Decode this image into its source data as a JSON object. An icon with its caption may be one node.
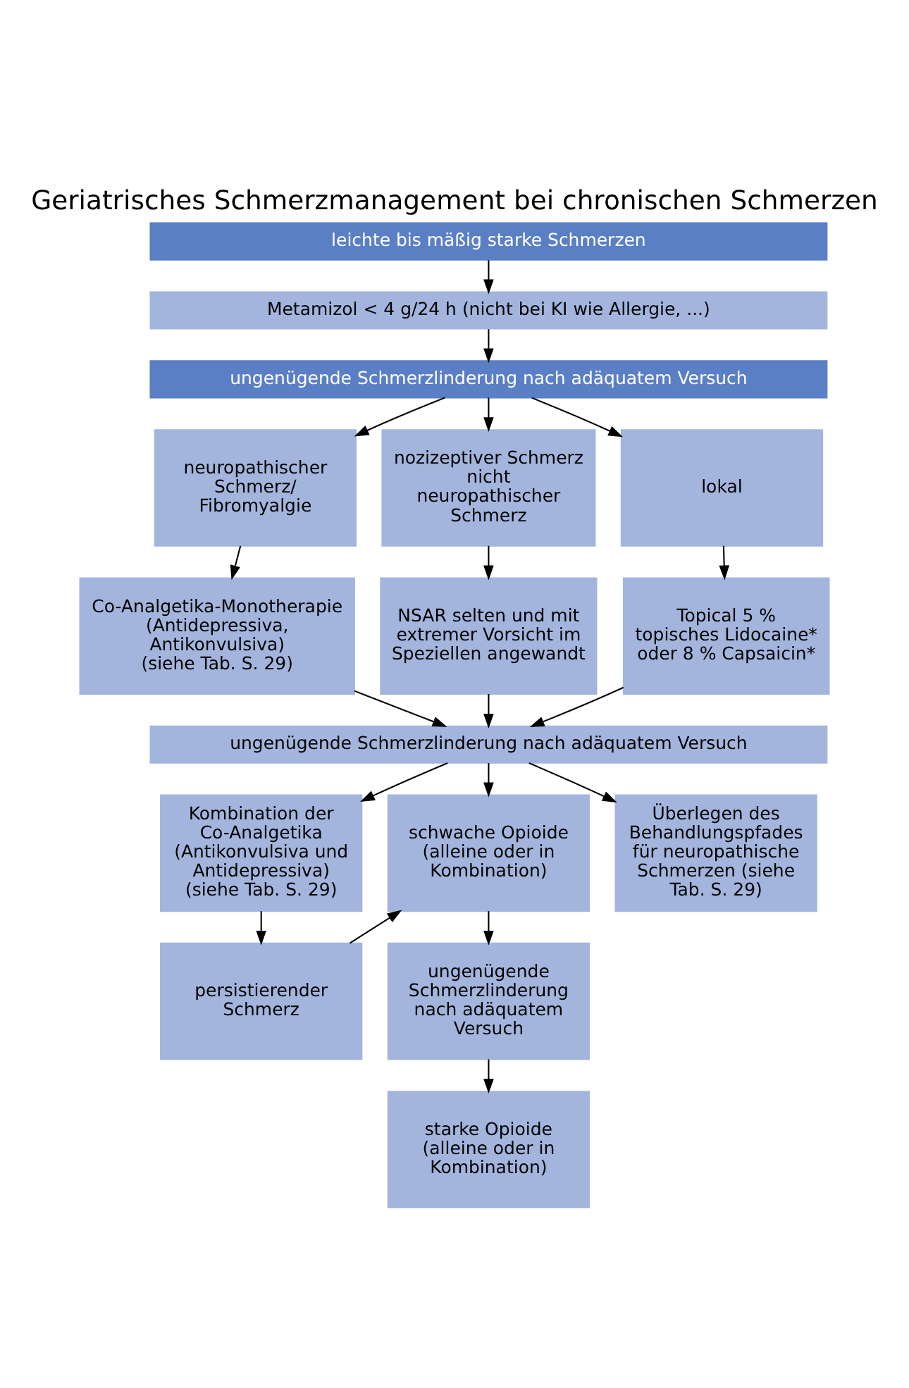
{
  "diagram": {
    "title": "Geriatrisches Schmerzmanagement bei chronischen Schmerzen",
    "nodes": [
      {
        "text": [
          "leichte bis mäßig starke Schmerzen"
        ]
      },
      {
        "text": [
          "Metamizol < 4 g/24 h (nicht bei KI wie Allergie, ...)"
        ]
      },
      {
        "text": [
          "ungenügende Schmerzlinderung nach adäquatem Versuch"
        ]
      },
      {
        "text": [
          "neuropathischer Schmerz/ Fibromyalgie"
        ]
      },
      {
        "text": [
          "nozizeptiver Schmerz nicht neuropathischer Schmerz"
        ]
      },
      {
        "text": [
          "lokal"
        ]
      },
      {
        "text": [
          "Co-Analgetika-Monotherapie (Antidepressiva, Antikonvulsiva) (siehe Tab. S. 29)"
        ]
      },
      {
        "text": [
          "NSAR selten und mit extremer Vorsicht im Speziellen angewandt"
        ]
      },
      {
        "text": [
          "Topical 5 % topisches Lidocaine* oder 8 % Capsaicin*"
        ]
      },
      {
        "text": [
          "ungenügende Schmerzlinderung nach adäquatem Versuch"
        ]
      },
      {
        "text": [
          "Kombination der Co-Analgetika (Antikonvulsiva und Antidepressiva) (siehe Tab. S. 29)"
        ]
      },
      {
        "text": [
          "schwache Opioide (alleine oder in Kombination)"
        ]
      },
      {
        "text": [
          "Überlegen des Behandlungspfades für neuropathische Schmerzen (siehe Tab. S. 29)"
        ]
      },
      {
        "text": [
          "persistierender Schmerz"
        ]
      },
      {
        "text": [
          "ungenügende Schmerzlinderung nach adäquatem Versuch"
        ]
      },
      {
        "text": [
          "starke Opioide (alleine oder in Kombination)"
        ]
      }
    ],
    "edges": [
      {
        "from": 0,
        "to": 1,
        "arrow": "to"
      },
      {
        "from": 1,
        "to": 2,
        "arrow": "to"
      },
      {
        "from": 2,
        "to": 3,
        "arrow": "to"
      },
      {
        "from": 2,
        "to": 4,
        "arrow": "to"
      },
      {
        "from": 2,
        "to": 5,
        "arrow": "to"
      },
      {
        "from": 3,
        "to": 6,
        "arrow": "to"
      },
      {
        "from": 4,
        "to": 7,
        "arrow": "to"
      },
      {
        "from": 5,
        "to": 8,
        "arrow": "to"
      },
      {
        "from": 6,
        "to": 9,
        "arrow": "to"
      },
      {
        "from": 7,
        "to": 9,
        "arrow": "to"
      },
      {
        "from": 8,
        "to": 9,
        "arrow": "to"
      },
      {
        "from": 9,
        "to": 10,
        "arrow": "to"
      },
      {
        "from": 9,
        "to": 11,
        "arrow": "to"
      },
      {
        "from": 9,
        "to": 12,
        "arrow": "to"
      },
      {
        "from": 10,
        "to": 13,
        "arrow": "to"
      },
      {
        "from": 13,
        "to": 11,
        "arrow": "to"
      },
      {
        "from": 11,
        "to": 14,
        "arrow": "to"
      },
      {
        "from": 14,
        "to": 15,
        "arrow": "to"
      }
    ]
  }
}
